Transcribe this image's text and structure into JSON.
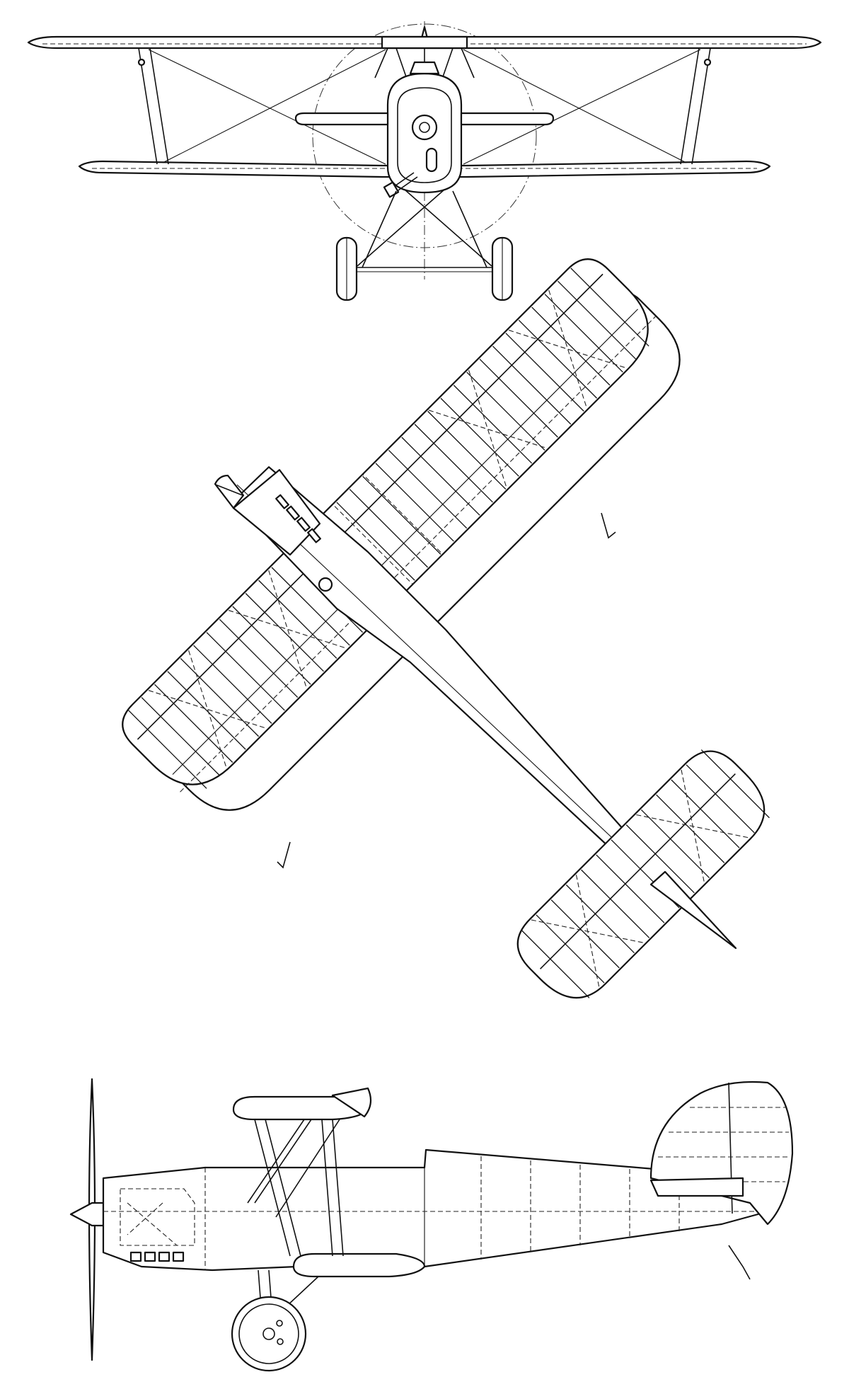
{
  "drawing": {
    "views": [
      "front-view",
      "top-view",
      "side-view"
    ],
    "line_color": "#111111",
    "paper_color": "#ffffff"
  }
}
